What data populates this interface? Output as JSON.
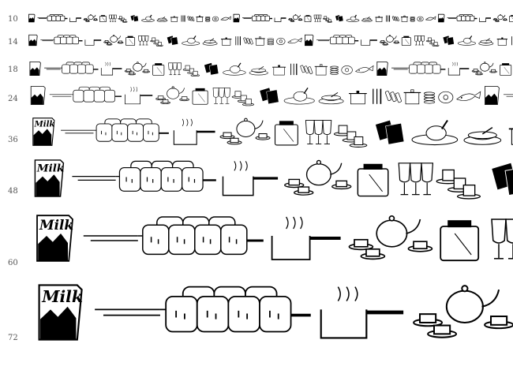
{
  "font_preview": {
    "title": "",
    "rows": [
      {
        "size_label": "10",
        "size": 10
      },
      {
        "size_label": "14",
        "size": 14
      },
      {
        "size_label": "18",
        "size": 18
      },
      {
        "size_label": "24",
        "size": 24
      },
      {
        "size_label": "36",
        "size": 36
      },
      {
        "size_label": "48",
        "size": 48
      },
      {
        "size_label": "60",
        "size": 60
      },
      {
        "size_label": "72",
        "size": 72
      }
    ],
    "glyph_sequence": [
      "milk-carton",
      "marshmallow-skewer",
      "saucepan",
      "teapot-cups",
      "toaster",
      "wine-glasses",
      "coffee-cups",
      "menu-books",
      "roast-chicken",
      "soup-bowl",
      "cooking-pot",
      "cutlery",
      "condiment-bottles",
      "stock-pot",
      "dish-stack",
      "fried-egg",
      "fish-plate"
    ],
    "milk_text": "Milk",
    "colors": {
      "ink": "#000000",
      "label": "#555555",
      "background": "#ffffff"
    }
  }
}
